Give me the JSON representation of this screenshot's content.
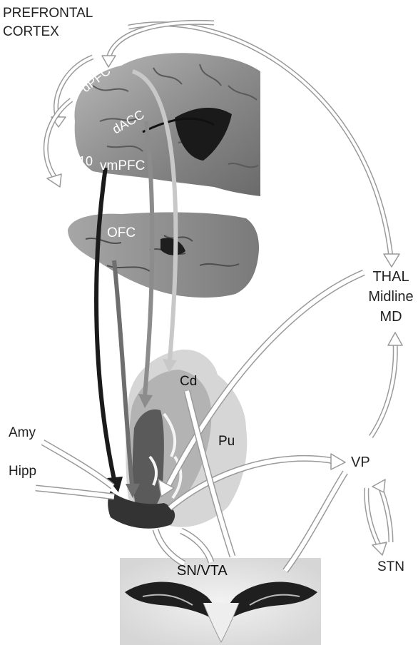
{
  "labels": {
    "prefrontal_line1": "PREFRONTAL",
    "prefrontal_line2": "CORTEX",
    "dpfc": "dPFC",
    "dacc": "dACC",
    "area10": "10",
    "vmpfc": "vmPFC",
    "ofc": "OFC",
    "thal": "THAL",
    "midline": "Midline",
    "md": "MD",
    "cd": "Cd",
    "pu": "Pu",
    "amy": "Amy",
    "hipp": "Hipp",
    "vp": "VP",
    "stn": "STN",
    "snvta": "SN/VTA"
  },
  "colors": {
    "background": "#ffffff",
    "outline_arrow": "#9a9a9a",
    "vmpfc_pathway": "#1a1a1a",
    "ofc_pathway": "#6e6e6e",
    "dacc_pathway": "#8c8c8c",
    "dpfc_pathway": "#c8c8c8",
    "brain_surface": "#8a8a8a",
    "striatum_light": "#d8d8d8",
    "striatum_dark": "#4a4a4a"
  }
}
